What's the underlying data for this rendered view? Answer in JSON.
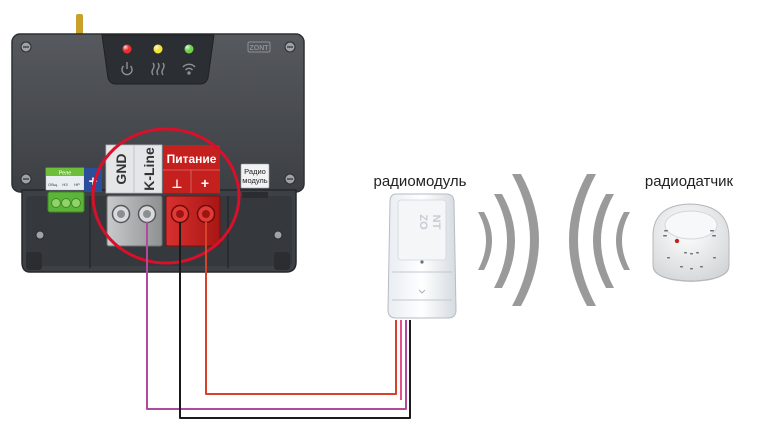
{
  "controller": {
    "brand_mark": "ZONT",
    "indicators": [
      {
        "color": "#e8302f",
        "icon": "power-icon"
      },
      {
        "color": "#f2e23a",
        "icon": "heater-icon"
      },
      {
        "color": "#6fd04a",
        "icon": "wifi-icon"
      }
    ],
    "relay_label": "Реле",
    "relay_pins": [
      "Общ.",
      "НЗ",
      "НР"
    ],
    "plus_terminal": "+",
    "gnd_label": "GND",
    "kline_label": "K-Line",
    "power_label": "Питание",
    "power_minus_symbol": "⊥",
    "power_plus_symbol": "+",
    "radio_label_line1": "Радио",
    "radio_label_line2": "модуль"
  },
  "radiomodule": {
    "label": "радиомодуль",
    "logo_top": "ZO",
    "logo_bottom": "NT"
  },
  "sensor": {
    "label": "радиодатчик"
  },
  "colors": {
    "housing": "#4a4d52",
    "housing_dark": "#2f3236",
    "terminal_gray": "#9b9d9f",
    "terminal_red": "#c2201f",
    "highlight_ring": "#d8102a",
    "wire_purple": "#b04a9c",
    "wire_black": "#1a1a1a",
    "wire_red": "#d6422a",
    "wire_pink": "#e0508a",
    "wave_gray": "#9a9a9a"
  }
}
